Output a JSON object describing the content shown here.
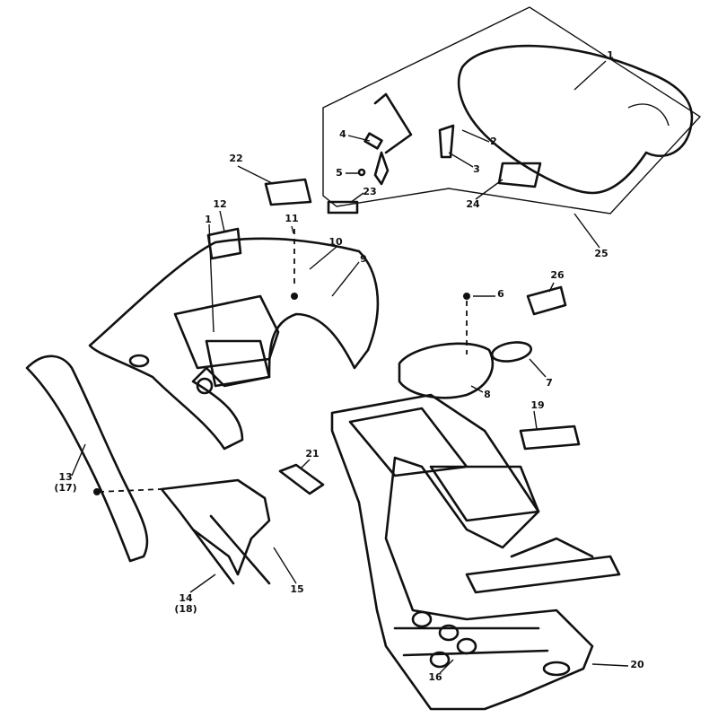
{
  "diagram": {
    "type": "exploded-parts-view",
    "callouts": [
      {
        "id": "c1a",
        "text": "1"
      },
      {
        "id": "c2",
        "text": "2"
      },
      {
        "id": "c3",
        "text": "3"
      },
      {
        "id": "c4",
        "text": "4"
      },
      {
        "id": "c5",
        "text": "5"
      },
      {
        "id": "c22",
        "text": "22"
      },
      {
        "id": "c23",
        "text": "23"
      },
      {
        "id": "c24",
        "text": "24"
      },
      {
        "id": "c25",
        "text": "25"
      },
      {
        "id": "c12",
        "text": "12"
      },
      {
        "id": "c1b",
        "text": "1"
      },
      {
        "id": "c11",
        "text": "11"
      },
      {
        "id": "c10",
        "text": "10"
      },
      {
        "id": "c9",
        "text": "9"
      },
      {
        "id": "c6",
        "text": "6"
      },
      {
        "id": "c26",
        "text": "26"
      },
      {
        "id": "c7",
        "text": "7"
      },
      {
        "id": "c8",
        "text": "8"
      },
      {
        "id": "c19",
        "text": "19"
      },
      {
        "id": "c13",
        "text": "13",
        "alt": "(17)"
      },
      {
        "id": "c21",
        "text": "21"
      },
      {
        "id": "c14",
        "text": "14",
        "alt": "(18)"
      },
      {
        "id": "c15",
        "text": "15"
      },
      {
        "id": "c16",
        "text": "16"
      },
      {
        "id": "c20",
        "text": "20"
      }
    ]
  }
}
